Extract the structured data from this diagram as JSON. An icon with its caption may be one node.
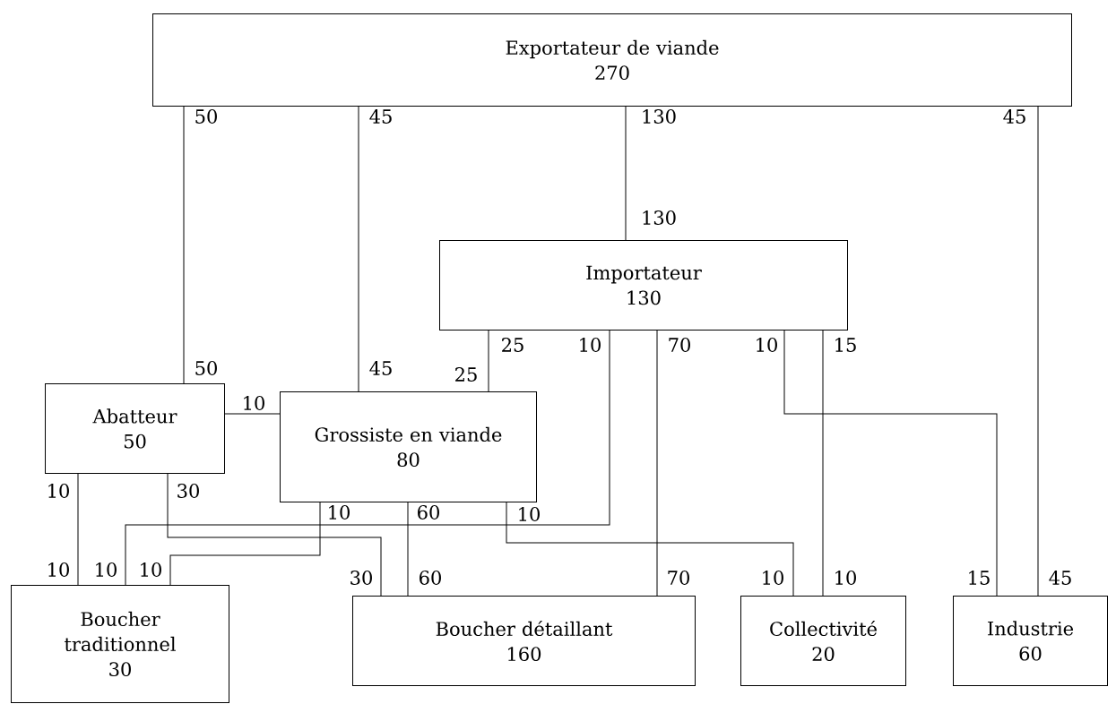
{
  "diagram": {
    "nodes": [
      {
        "text": [
          "Exportateur de viande",
          "270"
        ]
      },
      {
        "text": [
          "Importateur",
          "130"
        ]
      },
      {
        "text": [
          "Abatteur",
          "50"
        ]
      },
      {
        "text": [
          "Grossiste en viande",
          "80"
        ]
      },
      {
        "text": [
          "Boucher traditionnel",
          "30"
        ]
      },
      {
        "text": [
          "Boucher détaillant",
          "160"
        ]
      },
      {
        "text": [
          "Collectivité",
          "20"
        ]
      },
      {
        "text": [
          "Industrie",
          "60"
        ]
      }
    ],
    "edges": [
      {
        "from": 0,
        "to": 2,
        "arrow": "none",
        "label": "50"
      },
      {
        "from": 0,
        "to": 3,
        "arrow": "none",
        "label": "45"
      },
      {
        "from": 0,
        "to": 1,
        "arrow": "none",
        "label": "130"
      },
      {
        "from": 0,
        "to": 7,
        "arrow": "none",
        "label": "45"
      },
      {
        "from": 1,
        "to": 3,
        "arrow": "none",
        "label": "25"
      },
      {
        "from": 1,
        "to": 4,
        "arrow": "none",
        "label": "10"
      },
      {
        "from": 1,
        "to": 5,
        "arrow": "none",
        "label": "70"
      },
      {
        "from": 1,
        "to": 7,
        "arrow": "none",
        "label": "10"
      },
      {
        "from": 1,
        "to": 6,
        "arrow": "none",
        "label": "15"
      },
      {
        "from": 3,
        "to": 2,
        "arrow": "none",
        "label": "10"
      },
      {
        "from": 2,
        "to": 4,
        "arrow": "none",
        "label": "10"
      },
      {
        "from": 2,
        "to": 5,
        "arrow": "none",
        "label": "30"
      },
      {
        "from": 3,
        "to": 4,
        "arrow": "none",
        "label": "10"
      },
      {
        "from": 3,
        "to": 5,
        "arrow": "none",
        "label": "60"
      },
      {
        "from": 3,
        "to": 6,
        "arrow": "none",
        "label": "10"
      }
    ],
    "labels": [
      "130",
      "50",
      "45",
      "25",
      "10",
      "10",
      "10",
      "30",
      "60",
      "70",
      "10",
      "10",
      "15",
      "45"
    ]
  }
}
